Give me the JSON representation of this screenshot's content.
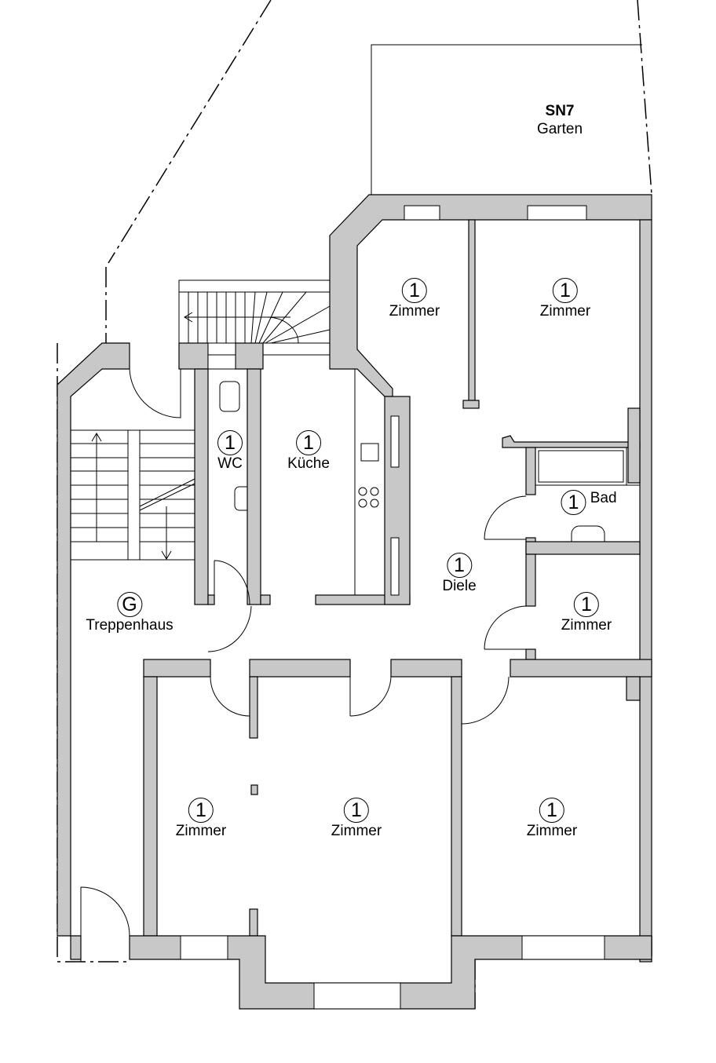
{
  "plan": {
    "garden": {
      "code": "SN7",
      "name": "Garten"
    },
    "rooms": [
      {
        "number": "1",
        "name": "Zimmer"
      },
      {
        "number": "1",
        "name": "Zimmer"
      },
      {
        "number": "1",
        "name": "WC"
      },
      {
        "number": "1",
        "name": "Küche"
      },
      {
        "number": "1",
        "name": "Bad"
      },
      {
        "number": "1",
        "name": "Diele"
      },
      {
        "number": "1",
        "name": "Zimmer"
      },
      {
        "number": "G",
        "name": "Treppenhaus"
      },
      {
        "number": "1",
        "name": "Zimmer"
      },
      {
        "number": "1",
        "name": "Zimmer"
      },
      {
        "number": "1",
        "name": "Zimmer"
      }
    ]
  },
  "colors": {
    "wall": "#c8c8c8",
    "line": "#000000"
  }
}
